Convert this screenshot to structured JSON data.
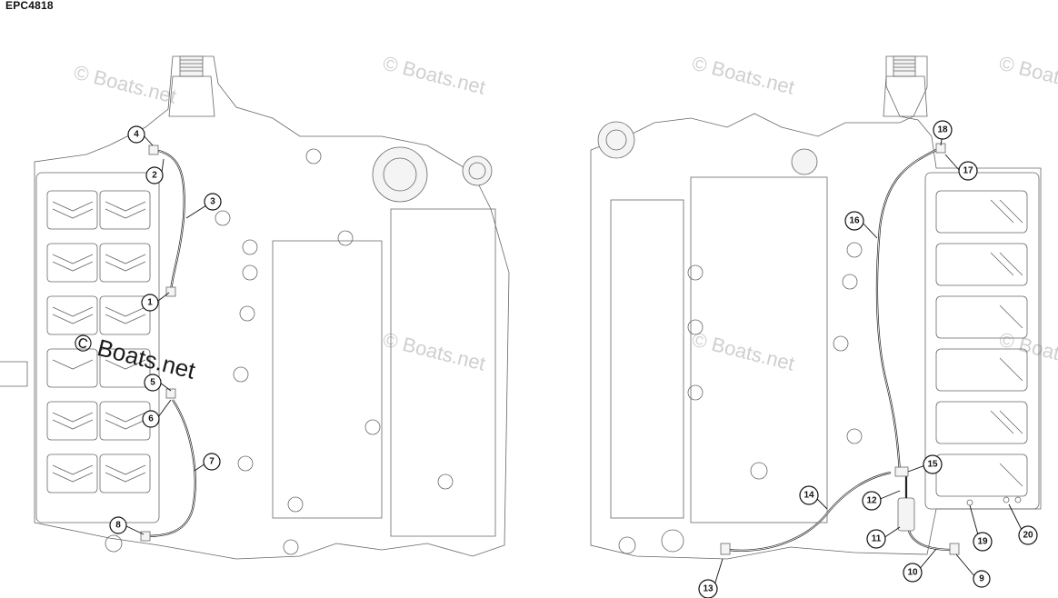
{
  "diagram_code": "EPC4818",
  "watermark_text": "© Boats.net",
  "colors": {
    "line": "#666666",
    "hose": "#222222",
    "callout": "#111111",
    "watermark": "#cfcfcf"
  },
  "callouts": [
    {
      "id": "1",
      "label": "1"
    },
    {
      "id": "2",
      "label": "2"
    },
    {
      "id": "3",
      "label": "3"
    },
    {
      "id": "4",
      "label": "4"
    },
    {
      "id": "5",
      "label": "5"
    },
    {
      "id": "6",
      "label": "6"
    },
    {
      "id": "7",
      "label": "7"
    },
    {
      "id": "8",
      "label": "8"
    },
    {
      "id": "9",
      "label": "9"
    },
    {
      "id": "10",
      "label": "10"
    },
    {
      "id": "11",
      "label": "11"
    },
    {
      "id": "12",
      "label": "12"
    },
    {
      "id": "13",
      "label": "13"
    },
    {
      "id": "14",
      "label": "14"
    },
    {
      "id": "15",
      "label": "15"
    },
    {
      "id": "16",
      "label": "16"
    },
    {
      "id": "17",
      "label": "17"
    },
    {
      "id": "18",
      "label": "18"
    },
    {
      "id": "19",
      "label": "19"
    },
    {
      "id": "20",
      "label": "20"
    }
  ]
}
